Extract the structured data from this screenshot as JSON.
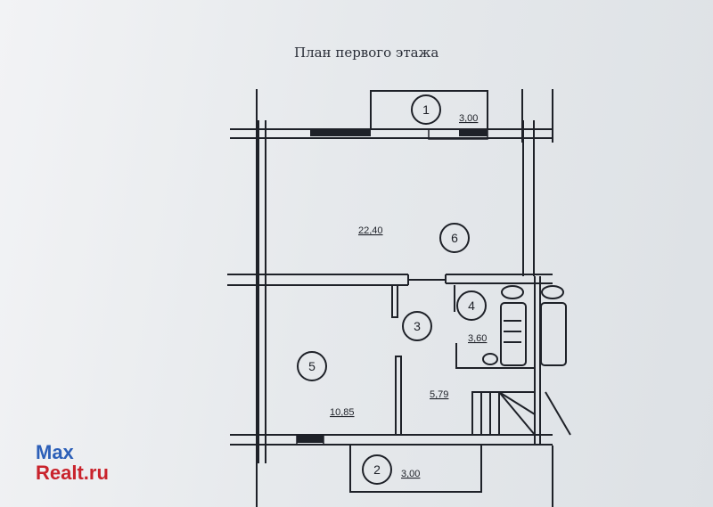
{
  "title": "План первого этажа",
  "rooms": [
    {
      "number": "1",
      "area": "3,00"
    },
    {
      "number": "2",
      "area": "3,00"
    },
    {
      "number": "3",
      "area": "5,79"
    },
    {
      "number": "4",
      "area": "3,60"
    },
    {
      "number": "5",
      "area": "10,85"
    },
    {
      "number": "6",
      "area": "22,40"
    }
  ],
  "watermark": {
    "line1": "Max",
    "line2": "Realt.ru",
    "color1": "#2c5fb8",
    "color2": "#c9232c"
  }
}
